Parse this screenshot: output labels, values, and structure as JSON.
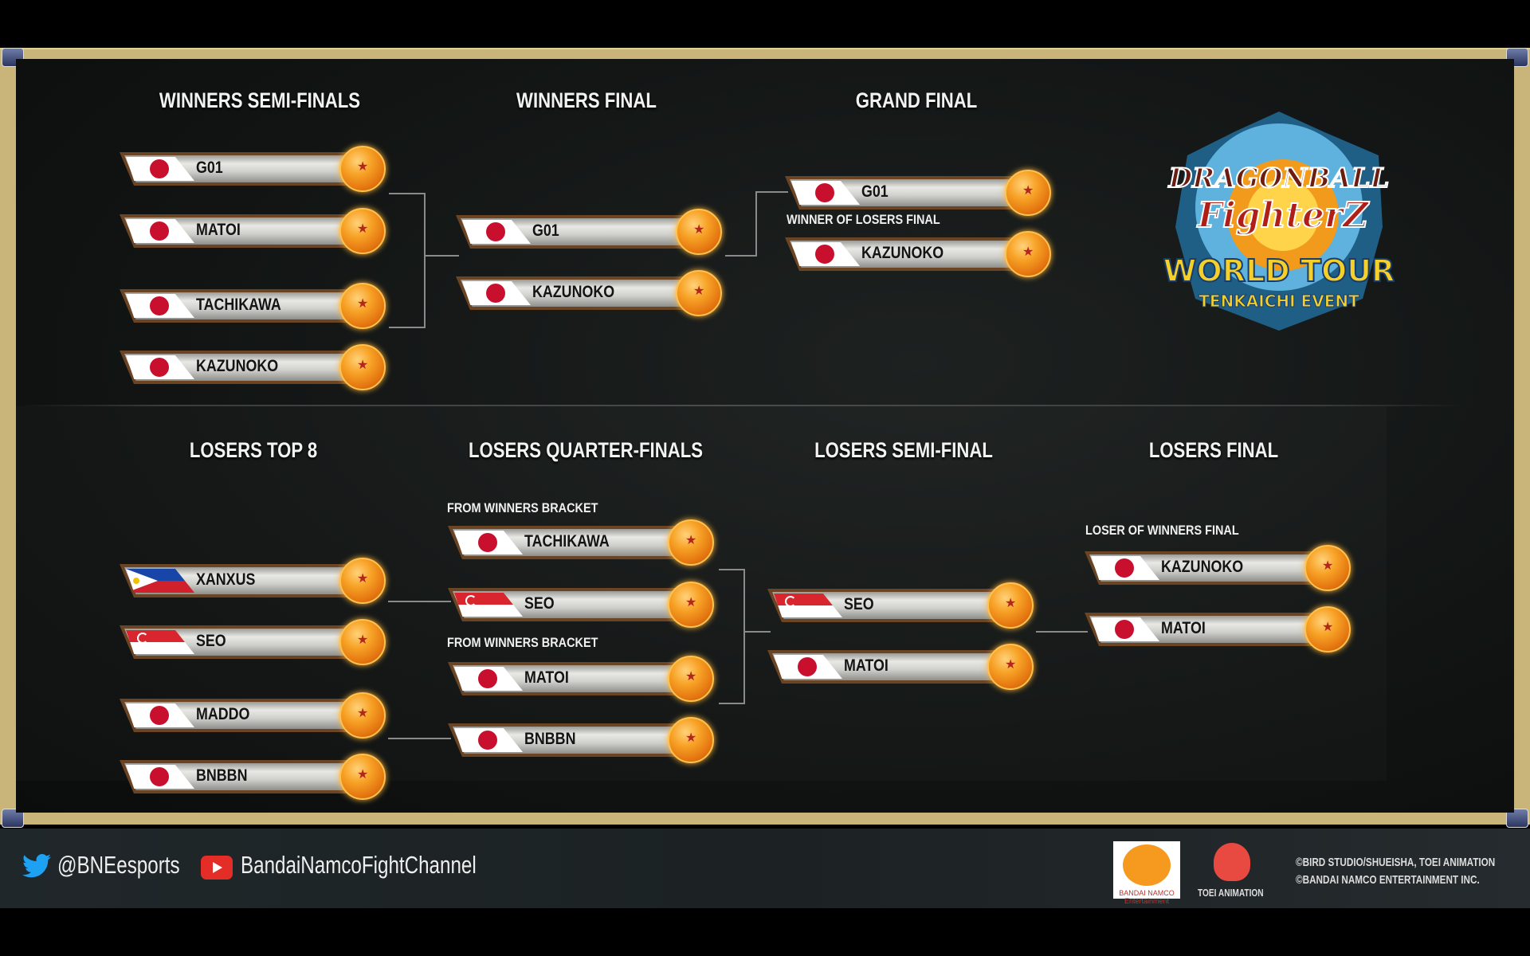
{
  "winners": {
    "semi_finals": {
      "title": "WINNERS SEMI-FINALS",
      "slots": [
        {
          "player": "G01",
          "country": "jp"
        },
        {
          "player": "MATOI",
          "country": "jp"
        },
        {
          "player": "TACHIKAWA",
          "country": "jp"
        },
        {
          "player": "KAZUNOKO",
          "country": "jp"
        }
      ]
    },
    "final": {
      "title": "WINNERS FINAL",
      "slots": [
        {
          "player": "G01",
          "country": "jp"
        },
        {
          "player": "KAZUNOKO",
          "country": "jp"
        }
      ]
    },
    "grand_final": {
      "title": "GRAND FINAL",
      "note": "WINNER OF LOSERS FINAL",
      "slots": [
        {
          "player": "G01",
          "country": "jp"
        },
        {
          "player": "KAZUNOKO",
          "country": "jp"
        }
      ]
    }
  },
  "losers": {
    "top8": {
      "title": "LOSERS TOP 8",
      "slots": [
        {
          "player": "XANXUS",
          "country": "ph"
        },
        {
          "player": "SEO",
          "country": "sg"
        },
        {
          "player": "MADDO",
          "country": "jp"
        },
        {
          "player": "BNBBN",
          "country": "jp"
        }
      ]
    },
    "quarter_finals": {
      "title": "LOSERS QUARTER-FINALS",
      "note_1": "FROM WINNERS BRACKET",
      "note_2": "FROM WINNERS BRACKET",
      "slots": [
        {
          "player": "TACHIKAWA",
          "country": "jp"
        },
        {
          "player": "SEO",
          "country": "sg"
        },
        {
          "player": "MATOI",
          "country": "jp"
        },
        {
          "player": "BNBBN",
          "country": "jp"
        }
      ]
    },
    "semi_final": {
      "title": "LOSERS SEMI-FINAL",
      "slots": [
        {
          "player": "SEO",
          "country": "sg"
        },
        {
          "player": "MATOI",
          "country": "jp"
        }
      ]
    },
    "final": {
      "title": "LOSERS FINAL",
      "note": "LOSER OF WINNERS FINAL",
      "slots": [
        {
          "player": "KAZUNOKO",
          "country": "jp"
        },
        {
          "player": "MATOI",
          "country": "jp"
        }
      ]
    }
  },
  "logo": {
    "line1": "DRAGONBALL",
    "line2": "FighterZ",
    "line3": "WORLD TOUR",
    "line4": "TENKAICHI EVENT"
  },
  "footer": {
    "twitter": "@BNEesports",
    "youtube": "BandaiNamcoFightChannel",
    "bandai_logo": "BANDAI NAMCO Entertainment",
    "toei_logo": "TOEI ANIMATION",
    "copyright_1": "©BIRD STUDIO/SHUEISHA, TOEI ANIMATION",
    "copyright_2": "©BANDAI NAMCO ENTERTAINMENT INC."
  },
  "colors": {
    "frame": "#c9b47a",
    "ball": "#f7a226",
    "japan_red": "#c8102e",
    "twitter": "#1da1f2",
    "youtube": "#e52d27"
  }
}
